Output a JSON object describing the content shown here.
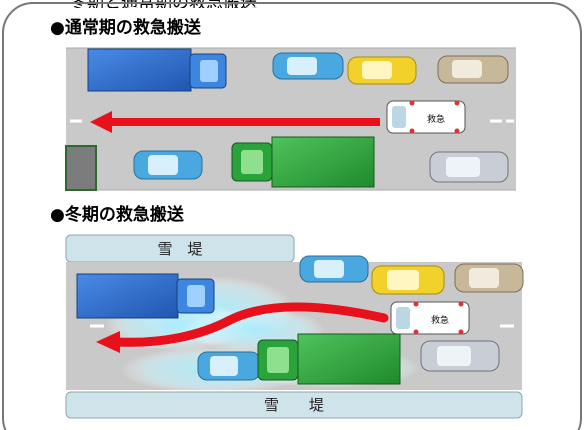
{
  "header_partial": "冬期と通常期の救急搬送",
  "sections": {
    "normal": {
      "title": "●通常期の救急搬送"
    },
    "winter": {
      "title": "●冬期の救急搬送",
      "snowbank_top": "雪　堤",
      "snowbank_bottom": "雪　　堤"
    }
  },
  "ambulance_label": "救急",
  "colors": {
    "road": "#c8c8c8",
    "arrow": "#e8101a",
    "truck_blue": "#2f6fd0",
    "truck_green": "#2aa33a",
    "car_blue": "#4aa8e0",
    "car_yellow": "#f2d22a",
    "car_tan": "#c8b89a",
    "car_silver": "#c9ced6",
    "snowbank": "#cfe3ea",
    "snow_glow": "#bfeef8"
  }
}
